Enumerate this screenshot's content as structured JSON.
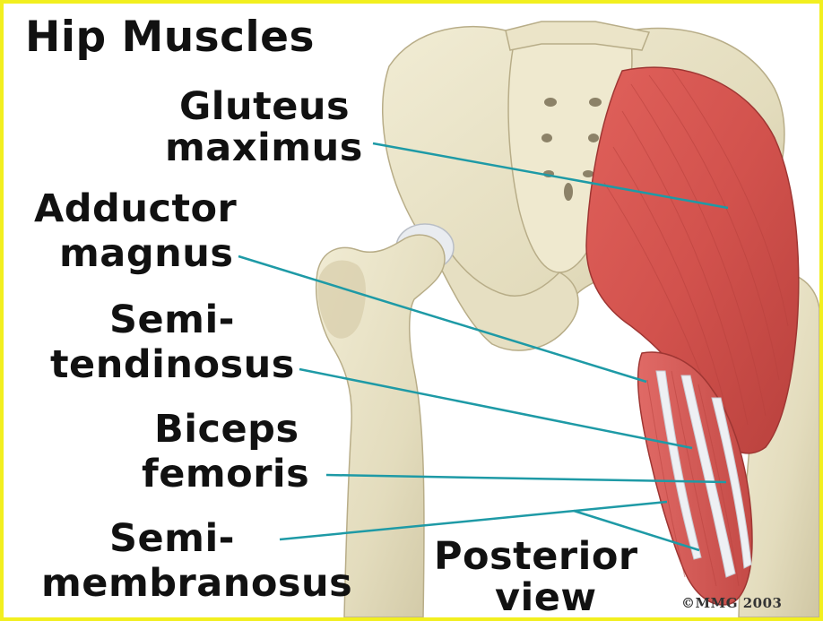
{
  "title": "Hip Muscles",
  "labels": {
    "gluteus_1": "Gluteus",
    "gluteus_2": "maximus",
    "adductor_1": "Adductor",
    "adductor_2": "magnus",
    "semiten_1": "Semi-",
    "semiten_2": "tendinosus",
    "biceps_1": "Biceps",
    "biceps_2": "femoris",
    "semimem_1": "Semi-",
    "semimem_2": "membranosus"
  },
  "view": {
    "line1": "Posterior",
    "line2": "view"
  },
  "copyright": "©MMG 2003",
  "colors": {
    "border": "#f2ef1f",
    "bone": "#e8e2c6",
    "muscle": "#d65450",
    "leader": "#1e9aa6",
    "tendon": "#eef0f4"
  }
}
